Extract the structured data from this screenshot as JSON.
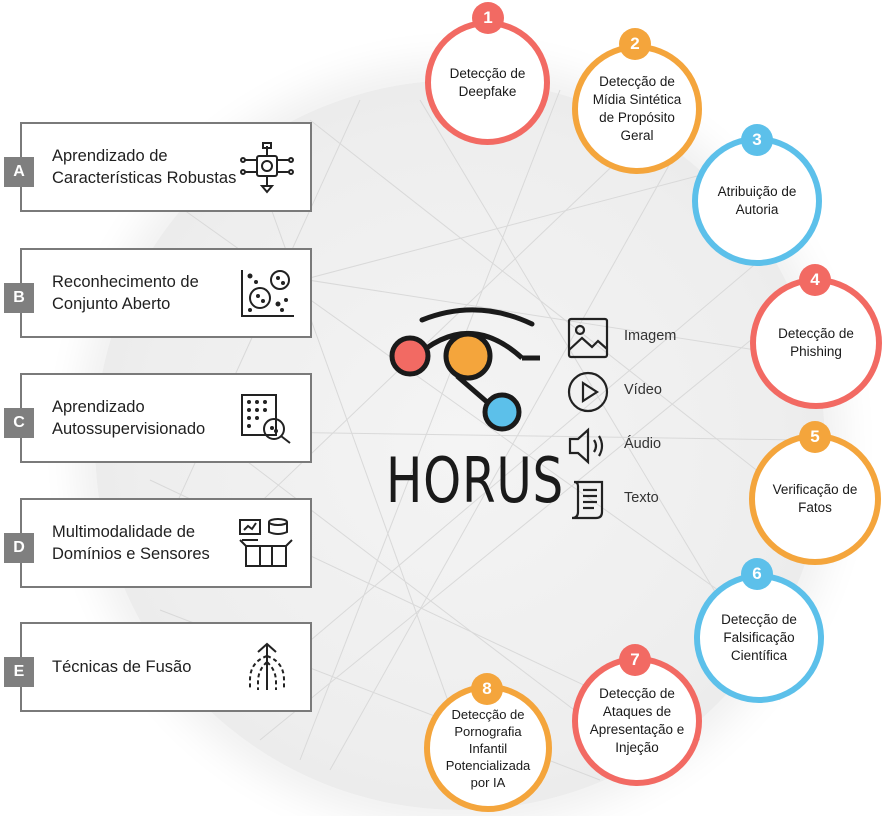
{
  "panels": [
    {
      "letter": "A",
      "label": "Aprendizado de Características Robustas",
      "icon": "neural-chip-icon"
    },
    {
      "letter": "B",
      "label": "Reconhecimento de Conjunto Aberto",
      "icon": "scatter-clusters-icon"
    },
    {
      "letter": "C",
      "label": "Aprendizado Autossupervisionado",
      "icon": "data-magnifier-icon"
    },
    {
      "letter": "D",
      "label": "Multimodalidade de Domínios e Sensores",
      "icon": "multimodal-data-icon"
    },
    {
      "letter": "E",
      "label": "Técnicas de Fusão",
      "icon": "fusion-arrow-icon"
    }
  ],
  "nodes": [
    {
      "number": "1",
      "label": "Detecção de Deepfake",
      "color": "#f26a63"
    },
    {
      "number": "2",
      "label": "Detecção de Mídia Sintética de Propósito Geral",
      "color": "#f4a53c"
    },
    {
      "number": "3",
      "label": "Atribuição de Autoria",
      "color": "#5cc0ea"
    },
    {
      "number": "4",
      "label": "Detecção de Phishing",
      "color": "#f26a63"
    },
    {
      "number": "5",
      "label": "Verificação de Fatos",
      "color": "#f4a53c"
    },
    {
      "number": "6",
      "label": "Detecção de Falsificação Científica",
      "color": "#5cc0ea"
    },
    {
      "number": "7",
      "label": "Detecção de Ataques de Apresentação e Injeção",
      "color": "#f26a63"
    },
    {
      "number": "8",
      "label": "Detecção de Pornografia Infantil Potencializada por IA",
      "color": "#f4a53c"
    }
  ],
  "logo": {
    "word": "HORUS"
  },
  "modalities": [
    {
      "label": "Imagem",
      "icon": "image-icon"
    },
    {
      "label": "Vídeo",
      "icon": "play-icon"
    },
    {
      "label": "Áudio",
      "icon": "speaker-icon"
    },
    {
      "label": "Texto",
      "icon": "document-icon"
    }
  ],
  "colors": {
    "red": "#f26a63",
    "orange": "#f4a53c",
    "blue": "#5cc0ea",
    "panel_border": "#7a7a7a",
    "letter_bg": "#7f7f7f"
  }
}
